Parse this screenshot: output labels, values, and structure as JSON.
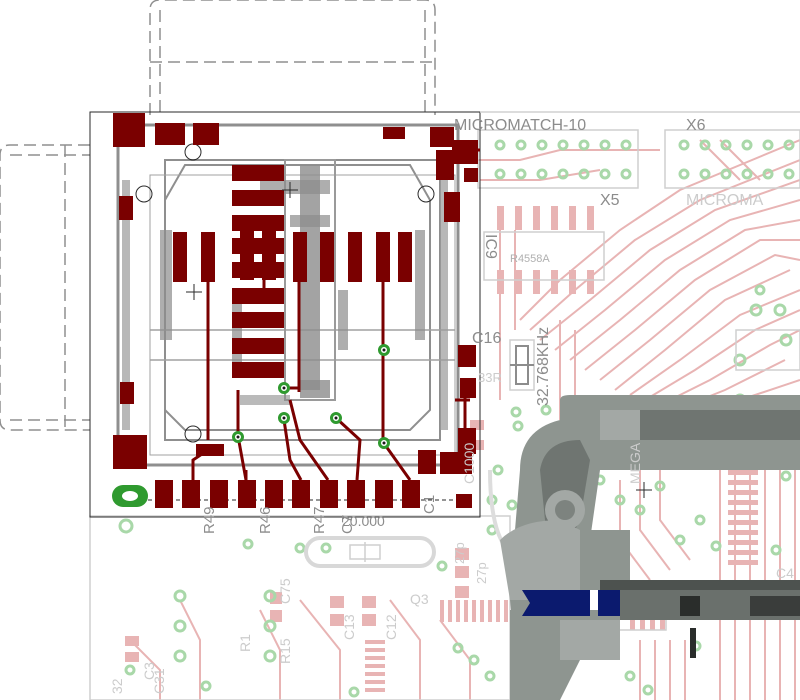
{
  "colors": {
    "copper_top": "#7a0000",
    "copper_bottom_faded": "#e8b4b4",
    "silkscreen": "#8c8c8c",
    "silkscreen_faded": "#cfcfcf",
    "via": "#2f9a2f",
    "via_faded": "#a9d8a9",
    "mechanical": "#8e9590",
    "highlight_part": "#0b1a6e"
  },
  "labels": {
    "micromatch_top": "MICROMATCH-10",
    "x6": "X6",
    "x5": "X5",
    "micromatch_bottom": "MICROMA",
    "ic9": "IC9",
    "ic9_part": "R4558A",
    "c16": "C16",
    "crystal_freq": "32.768KHz",
    "r33": "33R",
    "osc_value": "20.000",
    "c13": "C13",
    "c12": "C12",
    "c3": "C3",
    "c4": "C4",
    "q3": "Q3",
    "r1": "R1",
    "resistor_row": [
      "R49",
      "R46",
      "R47",
      "C7",
      "C1"
    ],
    "mega": "MEGA",
    "bottom_left_a": "32",
    "bottom_left_b": "C31",
    "bottom_mid_a": "27p",
    "bottom_mid_b": "27p",
    "c_right_a": "C1000",
    "r15": "R15",
    "r75": "C75"
  },
  "icons": {
    "mechanical_part": "sd-card-holder-3d-icon",
    "connector": "pin-header-icon",
    "crystal": "crystal-icon",
    "origin_cross": "crosshair-icon"
  }
}
